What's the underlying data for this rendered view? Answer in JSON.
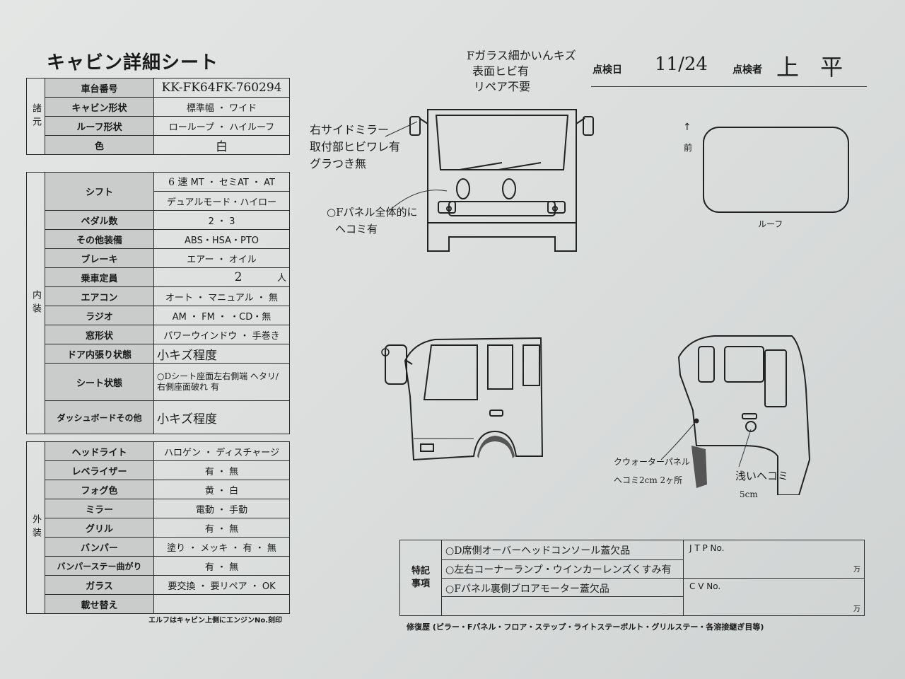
{
  "title": "キャビン詳細シート",
  "header": {
    "inspection_date_label": "点検日",
    "inspection_date": "11/24",
    "inspector_label": "点検者",
    "inspector": "上 平"
  },
  "specs": {
    "section": "諸元",
    "rows": [
      {
        "label": "車台番号",
        "value": "KK-FK64FK-760294"
      },
      {
        "label": "キャビン形状",
        "options": "標準幅 ・ ワイド",
        "selected": "ワイド"
      },
      {
        "label": "ルーフ形状",
        "options": "ローループ ・ ハイルーフ",
        "selected": "ローループ"
      },
      {
        "label": "色",
        "value": "白"
      }
    ]
  },
  "interior": {
    "section": "内装",
    "shift_label": "シフト",
    "shift_options": "MT ・ セミAT ・ AT",
    "shift_hand": "6 速",
    "shift_options_2": "デュアルモード・ハイロー",
    "rows": [
      {
        "label": "ペダル数",
        "options": "2 ・ 3"
      },
      {
        "label": "その他装備",
        "options": "ABS・HSA・PTO"
      },
      {
        "label": "ブレーキ",
        "options": "エアー ・ オイル"
      },
      {
        "label": "乗車定員",
        "value": "2",
        "unit": "人"
      },
      {
        "label": "エアコン",
        "options": "オート ・ マニュアル ・ 無"
      },
      {
        "label": "ラジオ",
        "options": "AM ・ FM ・ ・CD・無"
      },
      {
        "label": "窓形状",
        "options": "パワーウインドウ ・ 手巻き"
      },
      {
        "label": "ドア内張り状態",
        "value": "小キズ程度"
      },
      {
        "label": "シート状態",
        "value": "○Dシート座面左右側端 へタリ/右側座面破れ 有"
      },
      {
        "label": "ダッシュボードその他",
        "value": "小キズ程度"
      }
    ]
  },
  "exterior": {
    "section": "外装",
    "rows": [
      {
        "label": "ヘッドライト",
        "options": "ハロゲン ・ ディスチャージ"
      },
      {
        "label": "レベライザー",
        "options": "有 ・ 無"
      },
      {
        "label": "フォグ色",
        "options": "黄 ・ 白"
      },
      {
        "label": "ミラー",
        "options": "電動 ・ 手動"
      },
      {
        "label": "グリル",
        "options": "有 ・ 無"
      },
      {
        "label": "バンパー",
        "options": "塗り ・ メッキ ・ 有 ・ 無"
      },
      {
        "label": "バンパーステー曲がり",
        "options": "有 ・ 無"
      },
      {
        "label": "ガラス",
        "options": "要交換 ・ 要リペア ・ OK"
      },
      {
        "label": "載せ替え",
        "value": ""
      }
    ]
  },
  "footnote": "エルフはキャビン上側にエンジンNo.刻印",
  "annotations": {
    "front_glass": [
      "Fガラス細かいんキズ",
      "表面ヒビ有",
      "リペア不要"
    ],
    "right_mirror": [
      "右サイドミラー",
      "取付部ヒビワレ有",
      "グラつき無"
    ],
    "front_panel": [
      "○Fパネル全体的に",
      "ヘコミ有"
    ],
    "quarter_panel": [
      "クウォーターパネル",
      "ヘコミ2cm 2ヶ所"
    ],
    "shallow_dent": [
      "浅いヘコミ",
      "5cm"
    ]
  },
  "roof_arrow": "↑",
  "roof_front_label": "前",
  "roof_label": "ルーフ",
  "notes": {
    "label_1": "特記",
    "label_2": "事項",
    "lines": [
      "○D席側オーバーヘッドコンソール蓋欠品",
      "○左右コーナーランプ・ウインカーレンズくすみ有",
      "○Fパネル裏側ブロアモーター蓋欠品"
    ],
    "jtp_label": "J T P No.",
    "cv_label": "C V No.",
    "yen_1": "万",
    "yen_2": "万"
  },
  "repair_history": "修復歴 (ピラー・Fパネル・フロア・ステップ・ライトステーボルト・グリルステー・各溶接継ぎ目等)"
}
